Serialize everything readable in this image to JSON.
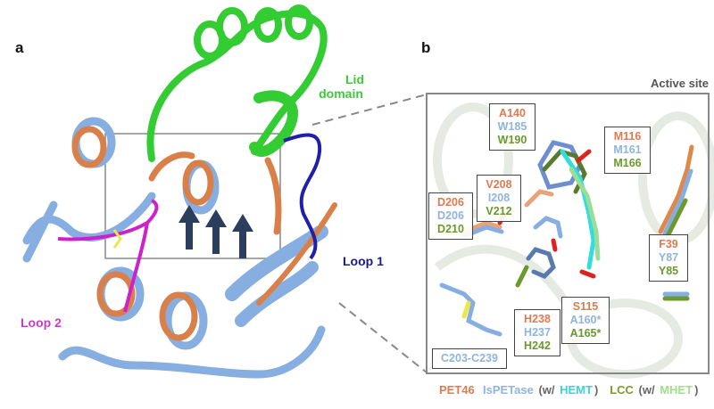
{
  "panel_a": {
    "letter": "a",
    "labels": {
      "lid_line1": "Lid",
      "lid_line2": "domain",
      "loop1": "Loop 1",
      "loop2": "Loop 2"
    },
    "colors": {
      "PET46": "#d9804a",
      "IsPETase": "#86aee0",
      "lid_domain": "#33cc33",
      "loop1": "#1f1fa8",
      "loop2": "#cc22cc",
      "disulfide": "#e8e84a"
    }
  },
  "panel_b": {
    "letter": "b",
    "title": "Active site",
    "residue_boxes": [
      {
        "id": "A140",
        "lines": [
          "A140",
          "W185",
          "W190"
        ]
      },
      {
        "id": "M116",
        "lines": [
          "M116",
          "M161",
          "M166"
        ]
      },
      {
        "id": "V208",
        "lines": [
          "V208",
          "I208",
          "V212"
        ]
      },
      {
        "id": "D206",
        "lines": [
          "D206",
          "D206",
          "D210"
        ]
      },
      {
        "id": "F39",
        "lines": [
          "F39",
          "Y87",
          "Y85"
        ]
      },
      {
        "id": "S115",
        "lines": [
          "S115",
          "A160*",
          "A165*"
        ]
      },
      {
        "id": "H238",
        "lines": [
          "H238",
          "H237",
          "H242"
        ]
      },
      {
        "id": "C203",
        "lines": [
          "C203-C239"
        ]
      }
    ]
  },
  "legend": {
    "pet46": "PET46",
    "ispetase": "IsPETase",
    "w1": "(w/",
    "hemt": "HEMT",
    "close1": ")",
    "lcc": "LCC",
    "w2": "(w/",
    "mhet": "MHET",
    "close2": ")"
  }
}
